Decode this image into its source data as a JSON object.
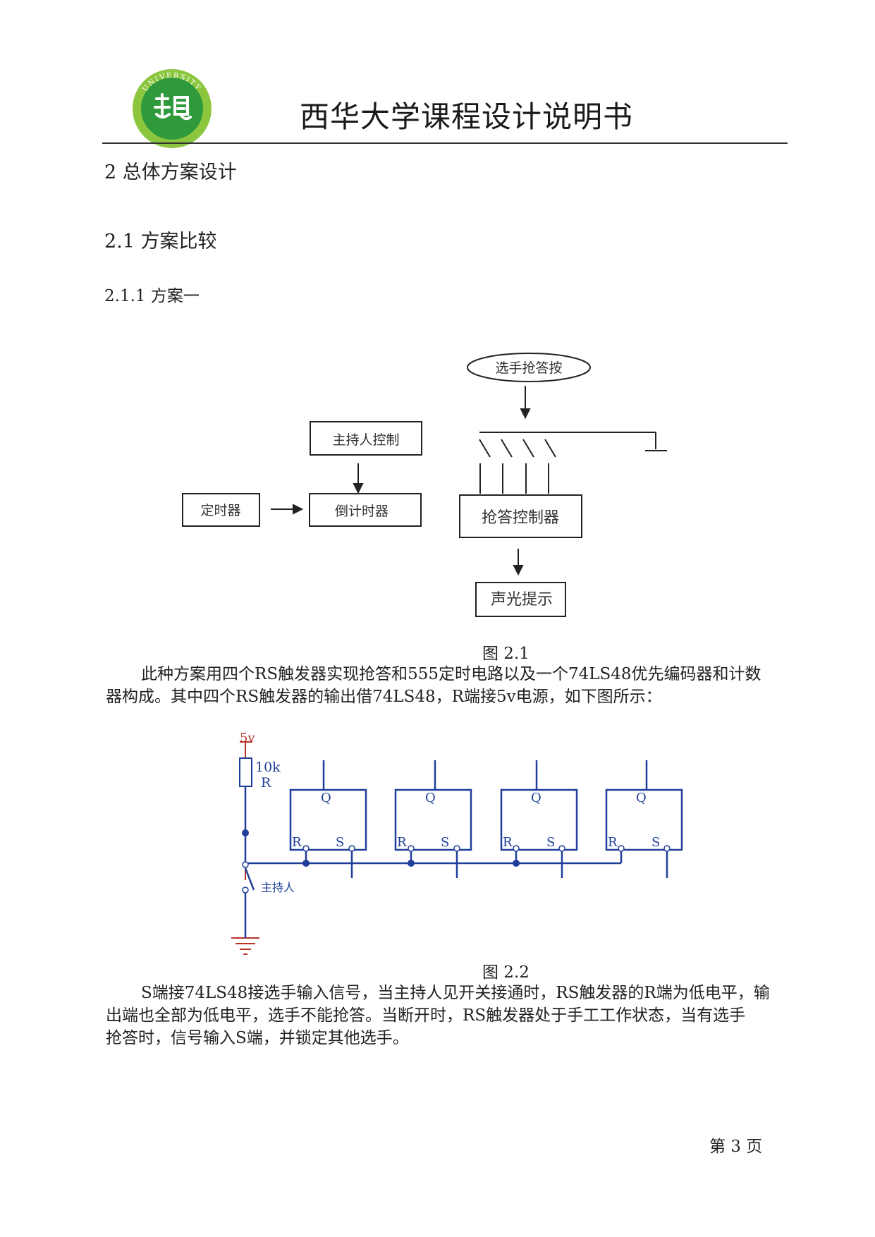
{
  "header": {
    "logo_text": "UNIVERSITY",
    "title": "西华大学课程设计说明书"
  },
  "sections": {
    "h1": "2 总体方案设计",
    "h2": "2.1 方案比较",
    "h3": "2.1.1 方案一"
  },
  "figure1": {
    "caption": "图 2.1",
    "boxes": {
      "players_button": "选手抢答按",
      "host_control": "主持人控制",
      "timer": "定时器",
      "countdown": "倒计时器",
      "answer_controller": "抢答控制器",
      "sound_light": "声光提示"
    }
  },
  "paragraph1": {
    "line1": "此种方案用四个RS触发器实现抢答和555定时电路以及一个74LS48优先编码器和计数",
    "line2": "器构成。其中四个RS触发器的输出借74LS48，R端接5v电源，如下图所示："
  },
  "figure2": {
    "caption": "图 2.2",
    "supply_label": "5v",
    "resistor_value": "10k",
    "resistor_name": "R",
    "switch_label": "主持人",
    "q_label": "Q",
    "r_label": "R",
    "s_label": "S"
  },
  "paragraph2": {
    "line1": "S端接74LS48接选手输入信号，当主持人见开关接通时，RS触发器的R端为低电平，输",
    "line2": "出端也全部为低电平，选手不能抢答。当断开时，RS触发器处于手工工作状态，当有选手",
    "line3": "抢答时，信号输入S端，并锁定其他选手。"
  },
  "footer": {
    "page": "第 3 页"
  },
  "colors": {
    "logo_green": "#2f9a3c",
    "logo_ring": "#8cc63f",
    "circuit_blue": "#1f3f9a",
    "supply_red": "#b8322a"
  }
}
